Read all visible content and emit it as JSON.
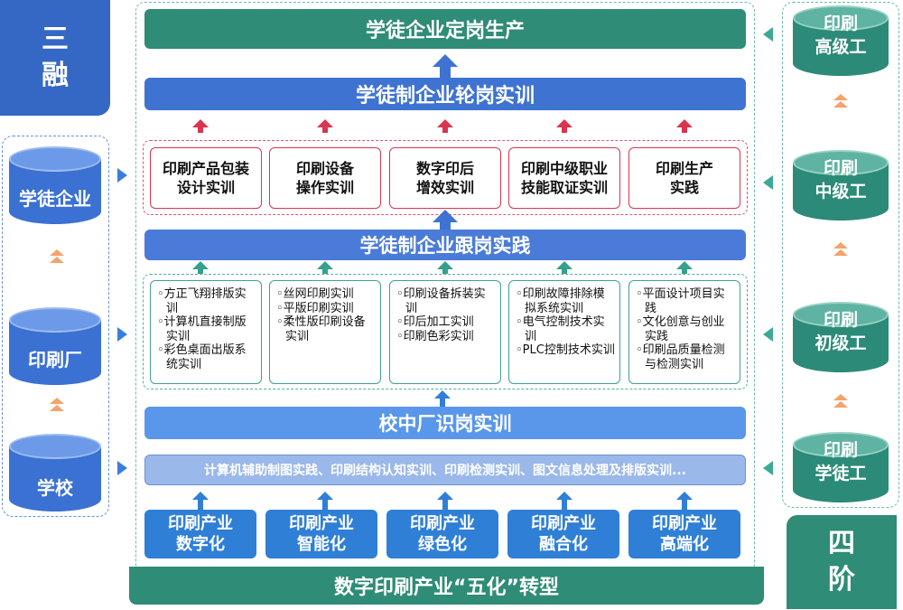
{
  "left": {
    "title_line1": "三",
    "title_line2": "融",
    "stages": [
      "学徒企业",
      "印刷厂",
      "学校"
    ]
  },
  "right": {
    "title_line1": "四",
    "title_line2": "阶",
    "levels": [
      {
        "line1": "印刷",
        "line2": "高级工"
      },
      {
        "line1": "印刷",
        "line2": "中级工"
      },
      {
        "line1": "印刷",
        "line2": "初级工"
      },
      {
        "line1": "印刷",
        "line2": "学徒工"
      }
    ]
  },
  "center": {
    "goal": "学徒企业定岗生产",
    "rotation": "学徒制企业轮岗实训",
    "rotation_items": [
      {
        "line1": "印刷产品包装",
        "line2": "设计实训"
      },
      {
        "line1": "印刷设备",
        "line2": "操作实训"
      },
      {
        "line1": "数字印后",
        "line2": "增效实训"
      },
      {
        "line1": "印刷中级职业",
        "line2": "技能取证实训"
      },
      {
        "line1": "印刷生产",
        "line2": "实践"
      }
    ],
    "follow": "学徒制企业跟岗实践",
    "follow_items": [
      [
        "◦方正飞翔排版实训",
        "◦计算机直接制版实训",
        "◦彩色桌面出版系统实训"
      ],
      [
        "◦丝网印刷实训",
        "◦平版印刷实训",
        "◦柔性版印刷设备实训"
      ],
      [
        "◦印刷设备拆装实训",
        "◦印后加工实训",
        "◦印刷色彩实训"
      ],
      [
        "◦印刷故障排除模拟系统实训",
        "◦电气控制技术实训",
        "◦PLC控制技术实训"
      ],
      [
        "◦平面设计项目实践",
        "◦文化创意与创业实践",
        "◦印刷品质量检测与检测实训"
      ]
    ],
    "school": "校中厂识岗实训",
    "comprehensive": "计算机辅助制图实践、印刷结构认知实训、印刷检测实训、图文信息处理及排版实训...",
    "industry_items": [
      {
        "line1": "印刷产业",
        "line2": "数字化"
      },
      {
        "line1": "印刷产业",
        "line2": "智能化"
      },
      {
        "line1": "印刷产业",
        "line2": "绿色化"
      },
      {
        "line1": "印刷产业",
        "line2": "融合化"
      },
      {
        "line1": "印刷产业",
        "line2": "高端化"
      }
    ],
    "transformation": "数字印刷产业“五化”转型"
  },
  "colors": {
    "blue_dark": "#3567c4",
    "teal_dark": "#2f8c77",
    "red_accent": "#d9354f",
    "chevron": "#f6a26a"
  }
}
